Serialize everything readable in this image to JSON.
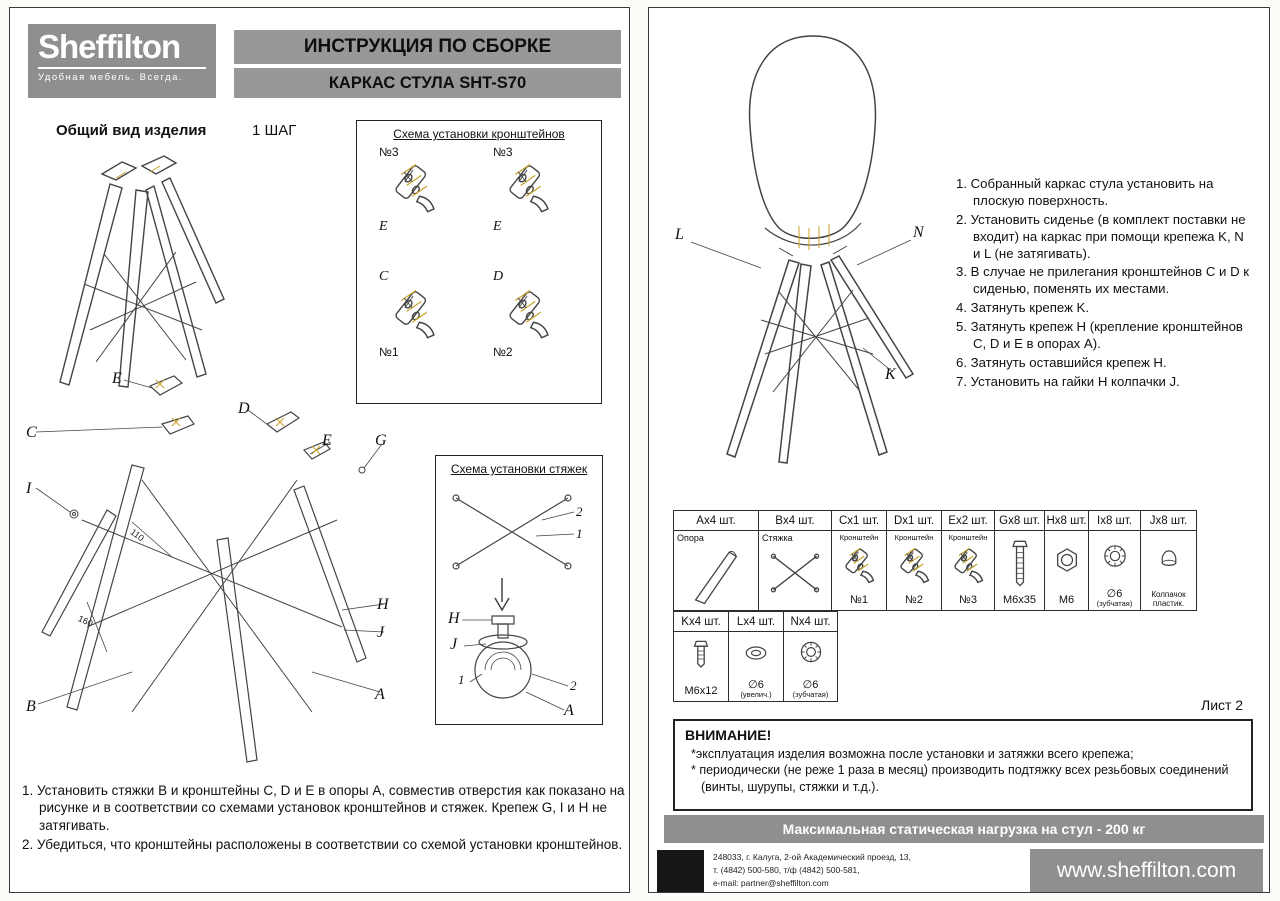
{
  "colors": {
    "gray": "#8f8f8f",
    "hatch_gold": "#c9a227"
  },
  "left": {
    "logo": {
      "brand": "Sheffilton",
      "tagline": "Удобная мебель. Всегда."
    },
    "header": {
      "title": "ИНСТРУКЦИЯ ПО СБОРКЕ",
      "subtitle": "КАРКАС СТУЛА SHT-S70"
    },
    "general_view_label": "Общий вид изделия",
    "step_label": "1 ШАГ",
    "bracket_scheme": {
      "title": "Схема установки кронштейнов",
      "cells": [
        {
          "top": "№3",
          "bottom": "E"
        },
        {
          "top": "№3",
          "bottom": "E"
        },
        {
          "top": "C",
          "bottom": "№1"
        },
        {
          "top": "D",
          "bottom": "№2"
        }
      ]
    },
    "exploded": {
      "labels": {
        "e1": "E",
        "c": "C",
        "d": "D",
        "e2": "E",
        "g": "G",
        "i": "I",
        "h": "H",
        "j": "J",
        "b": "B",
        "a": "A"
      },
      "dims": {
        "d110": "110",
        "d160": "160"
      }
    },
    "tie_scheme": {
      "title": "Схема установки стяжек",
      "labels": {
        "top2": "2",
        "top1": "1",
        "h": "H",
        "j": "J",
        "d1": "1",
        "d2": "2",
        "a": "A"
      }
    },
    "instructions": [
      "1. Установить стяжки B и кронштейны C,  D и E в опоры A, совместив отверстия как показано на рисунке и в соответствии со схемами установок кронштейнов и стяжек. Крепеж G, I и H не затягивать.",
      "2. Убедиться, что кронштейны расположены в соответствии со схемой установки кронштейнов."
    ]
  },
  "right": {
    "chair_labels": {
      "l": "L",
      "n": "N",
      "k": "K"
    },
    "instructions": [
      "1. Собранный каркас стула установить на плоскую поверхность.",
      "2. Установить сиденье (в комплект поставки не входит) на каркас при помощи крепежа K, N и L (не затягивать).",
      "3. В случае не прилегания кронштейнов C и D к сиденью, поменять их местами.",
      "4. Затянуть крепеж K.",
      "5. Затянуть крепеж H (крепление кронштейнов C, D и E в опорах A).",
      "6. Затянуть оставшийся крепеж H.",
      "7. Установить на гайки H колпачки J."
    ],
    "parts": {
      "row1": [
        {
          "qty": "Ax4 шт.",
          "name": "Опора"
        },
        {
          "qty": "Bx4 шт.",
          "name": "Стяжка"
        },
        {
          "qty": "Cx1 шт.",
          "name": "Кронштейн",
          "note": "№1"
        },
        {
          "qty": "Dx1 шт.",
          "name": "Кронштейн",
          "note": "№2"
        },
        {
          "qty": "Ex2 шт.",
          "name": "Кронштейн",
          "note": "№3"
        },
        {
          "qty": "Gx8 шт.",
          "note": "M6x35"
        },
        {
          "qty": "Hx8 шт.",
          "note": "M6"
        },
        {
          "qty": "Ix8 шт.",
          "note": "∅6",
          "sub": "(зубчатая)"
        },
        {
          "qty": "Jx8 шт.",
          "note": "Колпачок пластик."
        }
      ],
      "row2": [
        {
          "qty": "Kx4 шт.",
          "note": "M6x12"
        },
        {
          "qty": "Lx4 шт.",
          "note": "∅6",
          "sub": "(увелич.)"
        },
        {
          "qty": "Nx4 шт.",
          "note": "∅6",
          "sub": "(зубчатая)"
        }
      ]
    },
    "sheet_label": "Лист 2",
    "attention": {
      "title": "ВНИМАНИЕ!",
      "lines": [
        "*эксплуатация изделия возможна после установки и затяжки всего крепежа;",
        "* периодически (не реже 1 раза в месяц) производить подтяжку всех резьбовых соединений (винты, шурупы, стяжки и т.д.)."
      ]
    },
    "max_load": "Максимальная статическая нагрузка на стул - 200 кг",
    "footer": {
      "address": [
        "248033, г. Калуга, 2-ой Академический проезд, 13,",
        "т. (4842) 500-580, т/ф (4842) 500-581,",
        "e-mail: partner@sheffilton.com"
      ],
      "website": "www.sheffilton.com"
    }
  }
}
